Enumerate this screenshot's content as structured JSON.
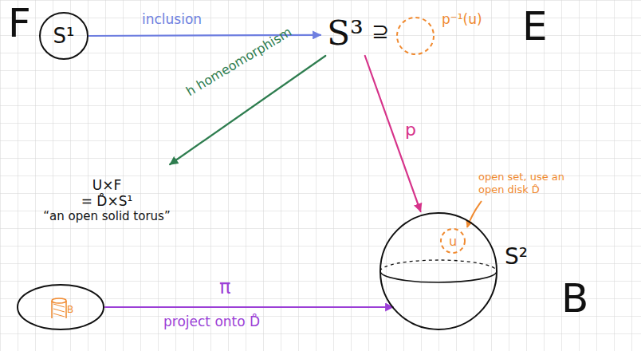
{
  "diagram": {
    "nodes": [
      {
        "text": [
          "S¹"
        ]
      },
      {
        "text": [
          "S³"
        ]
      },
      {
        "text": [
          "p⁻¹(u)"
        ]
      },
      {
        "text": [
          "U×F",
          "= D̊×S¹",
          "“an open solid torus”"
        ]
      },
      {
        "text": [
          "S²"
        ]
      },
      {
        "text": [
          "u"
        ],
        "in": 4
      },
      {
        "text": [
          "B"
        ]
      }
    ],
    "edges": [
      {
        "from": 0,
        "to": 1,
        "arrow": "to",
        "label": "inclusion"
      },
      {
        "from": 1,
        "to": 3,
        "arrow": "to",
        "label": "h homeomorphism"
      },
      {
        "from": 1,
        "to": 4,
        "arrow": "to",
        "label": "p"
      },
      {
        "from": 6,
        "to": 4,
        "arrow": "to",
        "label": "project onto D̊"
      }
    ],
    "labels": [
      "F",
      "⊇",
      "E",
      "open set, use an open disk D̊",
      "B",
      "π"
    ]
  }
}
